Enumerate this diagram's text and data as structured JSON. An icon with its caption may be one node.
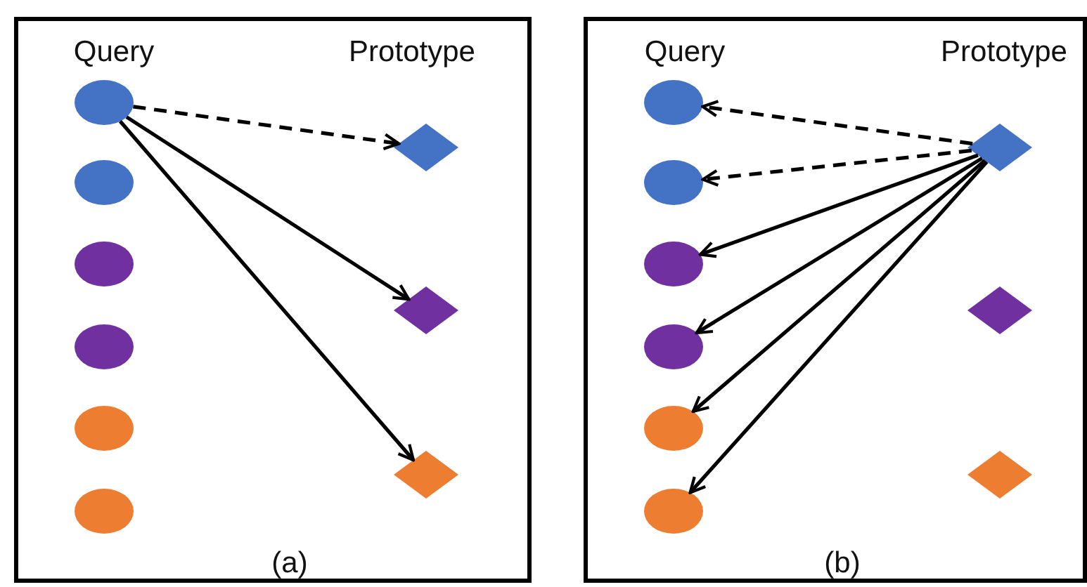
{
  "diagram": {
    "nodes": [
      {
        "text": [
          "Query",
          "Prototype",
          "(a)"
        ]
      },
      {
        "text": [],
        "shape": "circle",
        "in": 0
      },
      {
        "text": [],
        "shape": "circle",
        "in": 0
      },
      {
        "text": [],
        "shape": "circle",
        "in": 0
      },
      {
        "text": [],
        "shape": "circle",
        "in": 0
      },
      {
        "text": [],
        "shape": "circle",
        "in": 0
      },
      {
        "text": [],
        "shape": "circle",
        "in": 0
      },
      {
        "text": [],
        "shape": "diamond",
        "in": 0
      },
      {
        "text": [],
        "shape": "diamond",
        "in": 0
      },
      {
        "text": [],
        "shape": "diamond",
        "in": 0
      },
      {
        "text": [
          "Query",
          "Prototype",
          "(b)"
        ]
      },
      {
        "text": [],
        "shape": "circle",
        "in": 10
      },
      {
        "text": [],
        "shape": "circle",
        "in": 10
      },
      {
        "text": [],
        "shape": "circle",
        "in": 10
      },
      {
        "text": [],
        "shape": "circle",
        "in": 10
      },
      {
        "text": [],
        "shape": "circle",
        "in": 10
      },
      {
        "text": [],
        "shape": "circle",
        "in": 10
      },
      {
        "text": [],
        "shape": "diamond",
        "in": 10
      },
      {
        "text": [],
        "shape": "diamond",
        "in": 10
      },
      {
        "text": [],
        "shape": "diamond",
        "in": 10
      }
    ],
    "edges": [
      {
        "from": 1,
        "to": 7,
        "arrow": "to",
        "style": "dashed"
      },
      {
        "from": 1,
        "to": 8,
        "arrow": "to"
      },
      {
        "from": 1,
        "to": 9,
        "arrow": "to"
      },
      {
        "from": 17,
        "to": 11,
        "arrow": "to",
        "style": "dashed"
      },
      {
        "from": 17,
        "to": 12,
        "arrow": "to",
        "style": "dashed"
      },
      {
        "from": 17,
        "to": 13,
        "arrow": "to"
      },
      {
        "from": 17,
        "to": 14,
        "arrow": "to"
      },
      {
        "from": 17,
        "to": 15,
        "arrow": "to"
      },
      {
        "from": 17,
        "to": 16,
        "arrow": "to"
      }
    ]
  }
}
